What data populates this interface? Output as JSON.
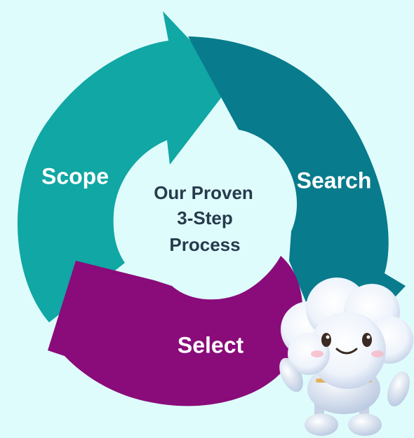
{
  "diagram": {
    "center_title_lines": [
      "Our Proven",
      "3-Step",
      "Process"
    ],
    "steps": [
      {
        "label": "Scope",
        "color": "#10a7a4"
      },
      {
        "label": "Search",
        "color": "#087b8c"
      },
      {
        "label": "Select",
        "color": "#8a0b7a"
      }
    ],
    "background_color": "#dffcfd",
    "mascot": "cloud-robot-mascot"
  }
}
